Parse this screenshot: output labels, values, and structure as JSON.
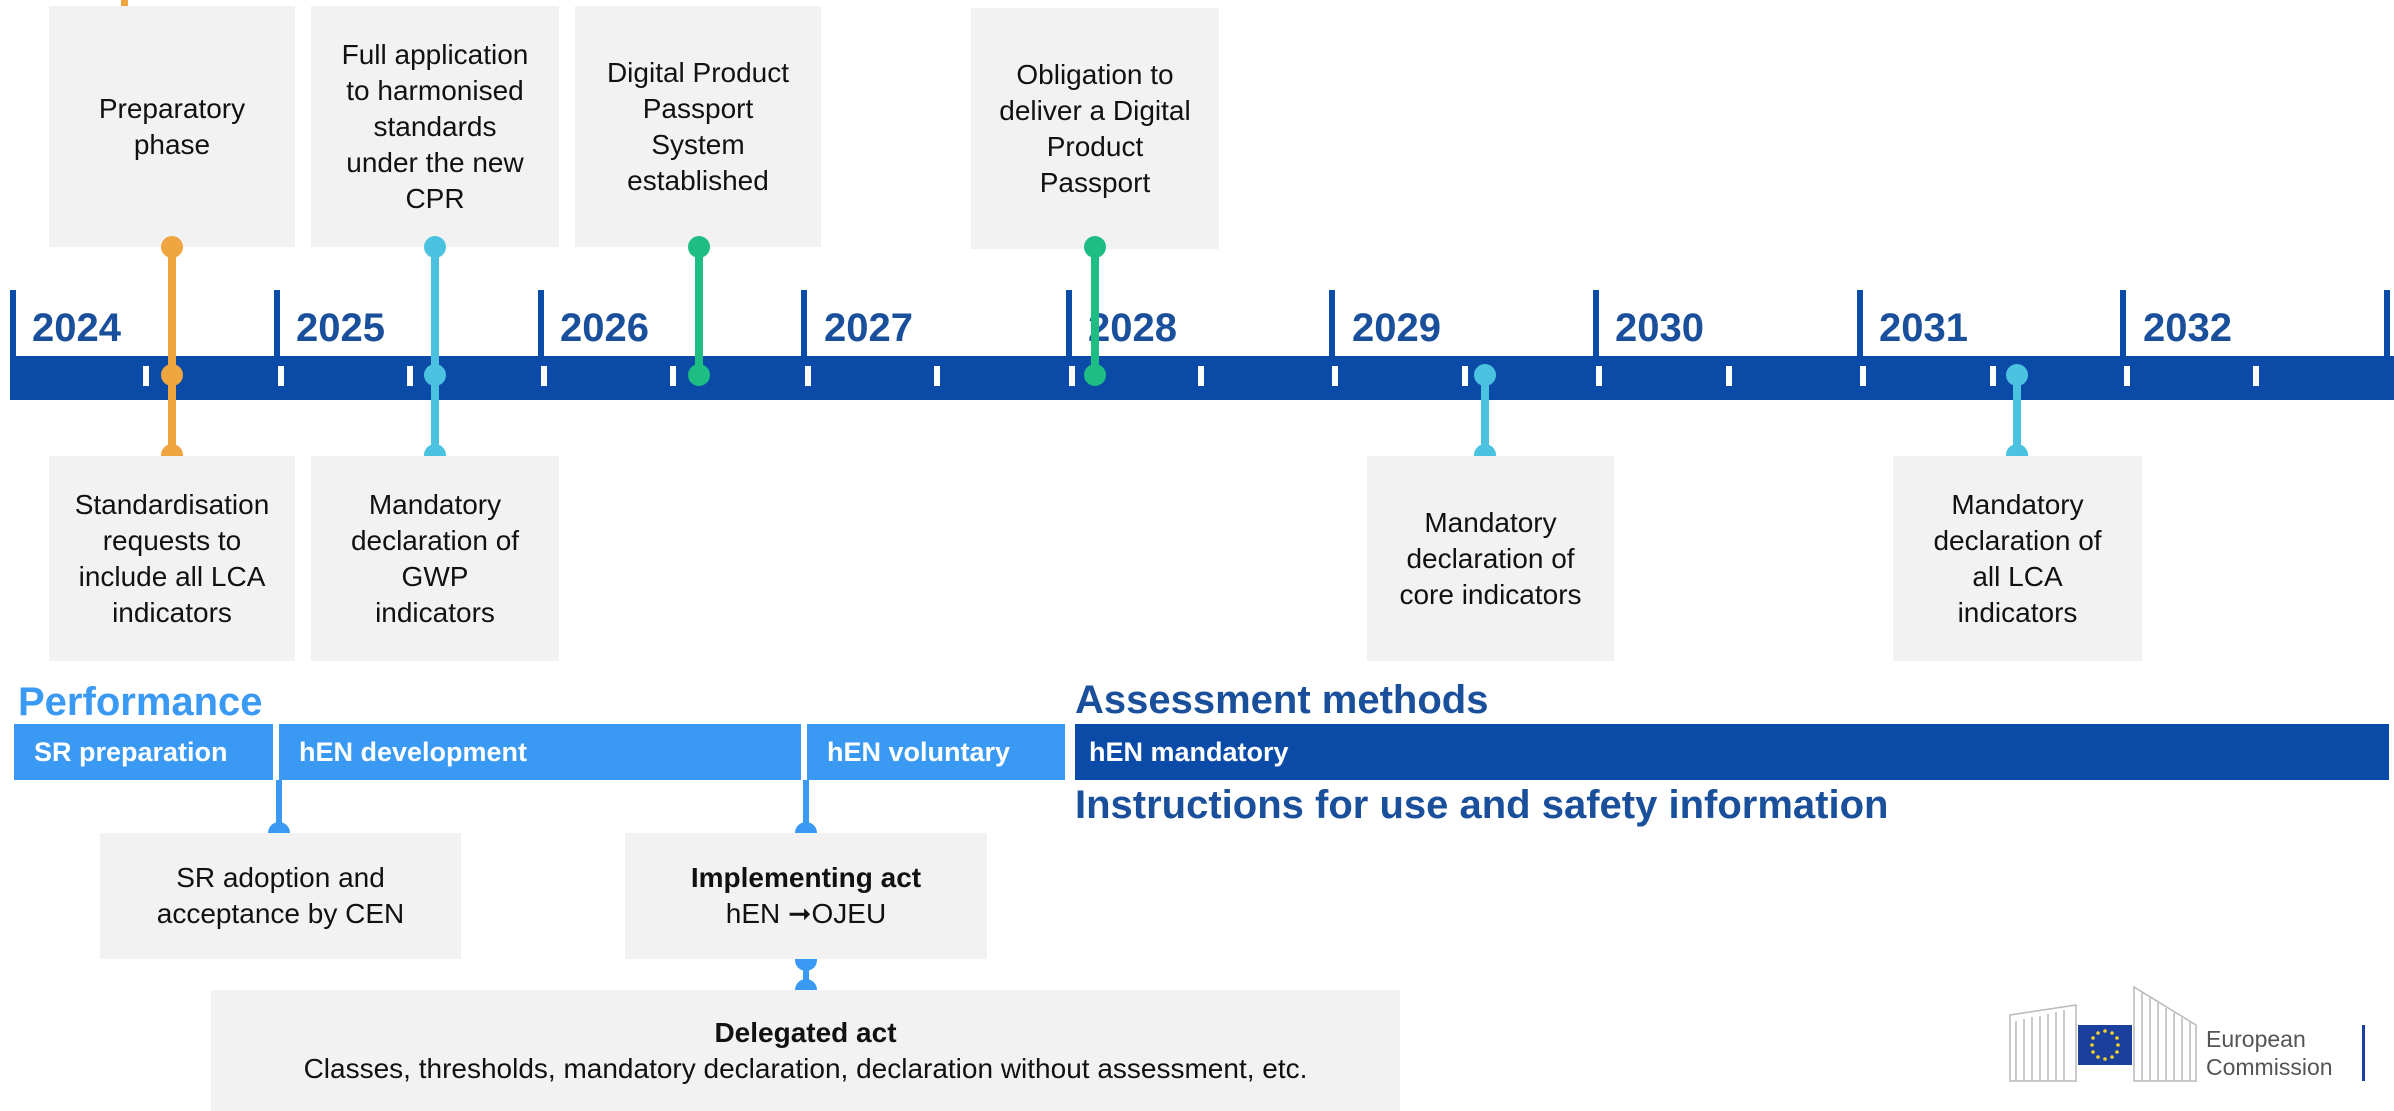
{
  "colors": {
    "timeline": "#0a4ba8",
    "year_text": "#1a4f9c",
    "orange": "#f0a640",
    "light_blue": "#4bc3e0",
    "green": "#1ebd84",
    "band_blue": "#3a9af3",
    "band_dark": "#0a4ba8",
    "box_bg": "#f2f2f2"
  },
  "years": [
    "2024",
    "2025",
    "2026",
    "2027",
    "2028",
    "2029",
    "2030",
    "2031",
    "2032"
  ],
  "top_boxes": [
    {
      "lines": [
        "Preparatory",
        "phase"
      ]
    },
    {
      "lines": [
        "Full application",
        "to harmonised",
        "standards",
        "under the new",
        "CPR"
      ]
    },
    {
      "lines": [
        "Digital Product",
        "Passport",
        "System",
        "established"
      ]
    },
    {
      "lines": [
        "Obligation to",
        "deliver a Digital",
        "Product",
        "Passport"
      ]
    }
  ],
  "bottom_boxes": [
    {
      "lines": [
        "Standardisation",
        "requests to",
        "include all LCA",
        "indicators"
      ]
    },
    {
      "lines": [
        "Mandatory",
        "declaration of",
        "GWP",
        "indicators"
      ]
    },
    {
      "lines": [
        "Mandatory",
        "declaration of",
        "core indicators"
      ]
    },
    {
      "lines": [
        "Mandatory",
        "declaration of",
        "all LCA",
        "indicators"
      ]
    }
  ],
  "headings": {
    "performance": "Performance",
    "assessment": "Assessment methods",
    "instructions": "Instructions for use and safety information"
  },
  "bands": {
    "sr_preparation": "SR preparation",
    "hen_development": "hEN development",
    "hen_voluntary": "hEN voluntary",
    "hen_mandatory": "hEN mandatory"
  },
  "lower_boxes": {
    "sr_adoption": {
      "lines": [
        "SR adoption and",
        "acceptance by CEN"
      ]
    },
    "implementing": {
      "title": "Implementing act",
      "text": "hEN ➞OJEU"
    },
    "delegated": {
      "title": "Delegated act",
      "text": "Classes, thresholds, mandatory declaration, declaration without assessment, etc."
    }
  },
  "logo": {
    "line1": "European",
    "line2": "Commission"
  }
}
